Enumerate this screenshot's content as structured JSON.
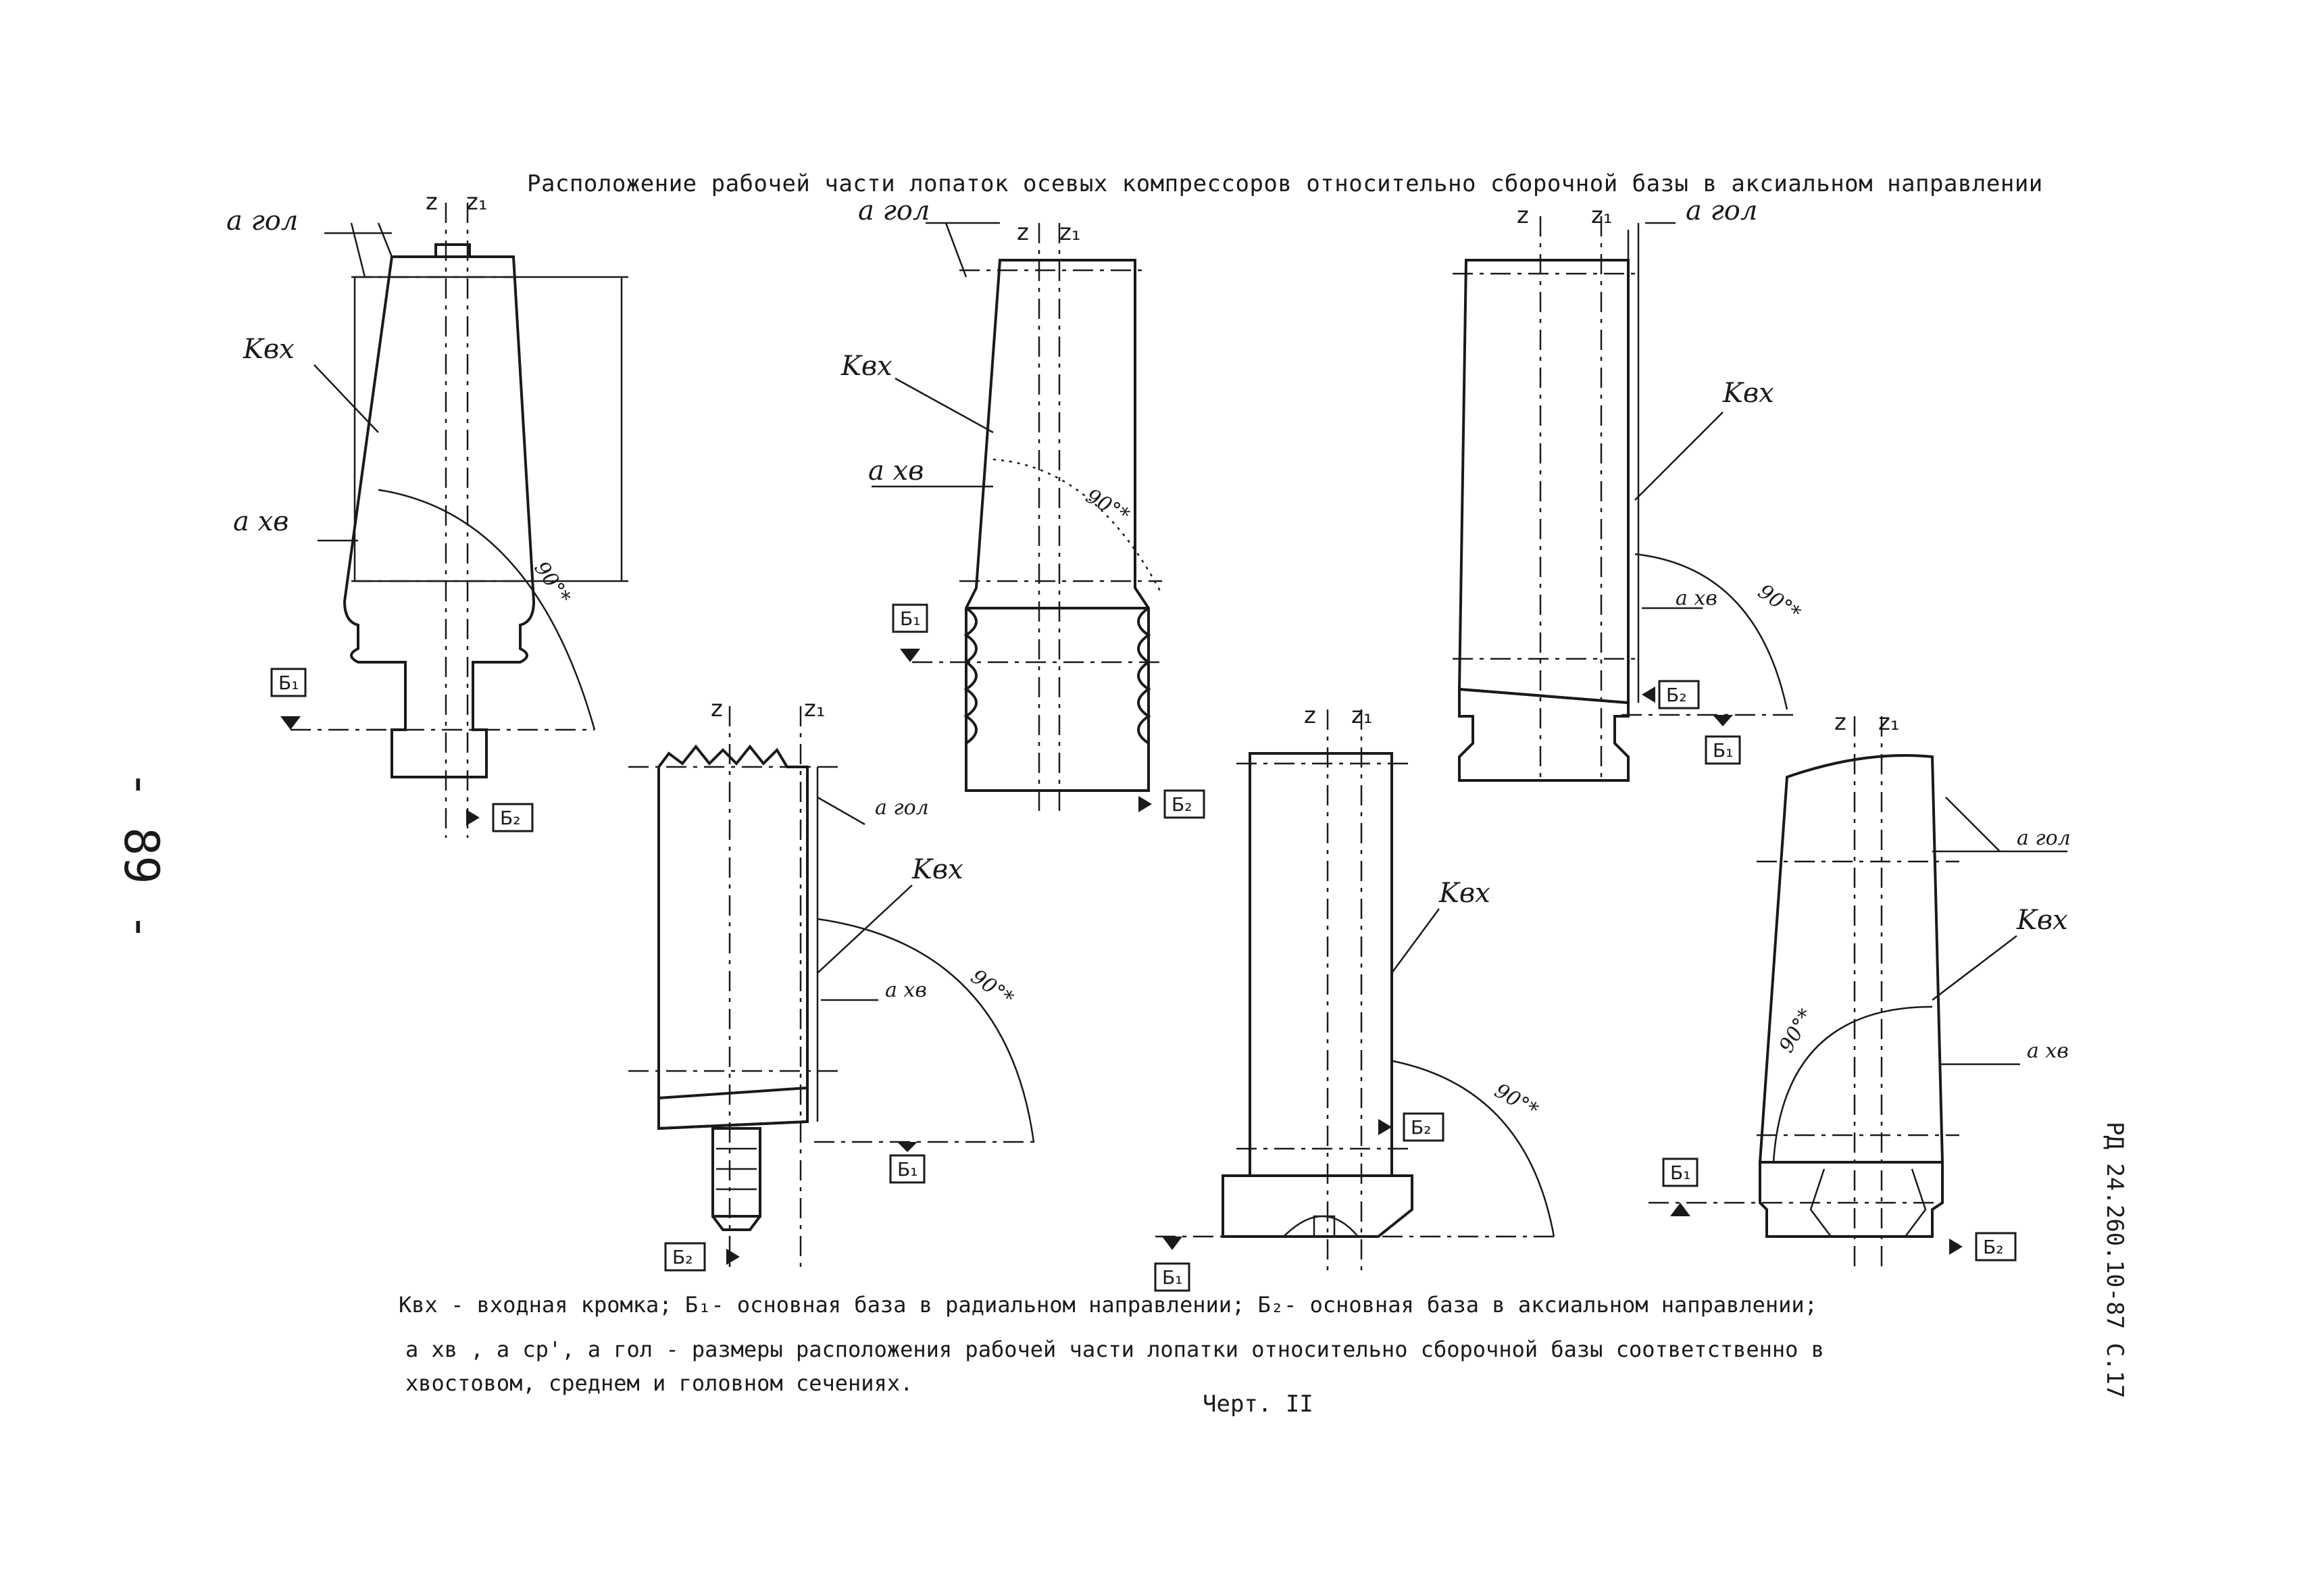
{
  "title": "Расположение рабочей части лопаток осевых компрессоров относительно сборочной базы в аксиальном направлении",
  "page_number": "- 89 -",
  "side_code": "РД 24.260.10-87 С.17",
  "labels": {
    "a_gol": "a гол",
    "a_xv": "a хв",
    "k_vx": "Kвх",
    "angle": "90°*",
    "axis_z": "z",
    "axis_z1": "z₁",
    "base_radial": "Б₁",
    "base_axial": "Б₂"
  },
  "legend": {
    "line1": "Квх - входная кромка;  Б₁- основная база в радиальном направлении;  Б₂- основная база в аксиальном направлении;",
    "line2": "a хв , a ср', a гол  - размеры расположения рабочей части лопатки относительно сборочной базы соответственно  в",
    "line3": "хвостовом, среднем и головном сечениях."
  },
  "caption": "Черт. II"
}
